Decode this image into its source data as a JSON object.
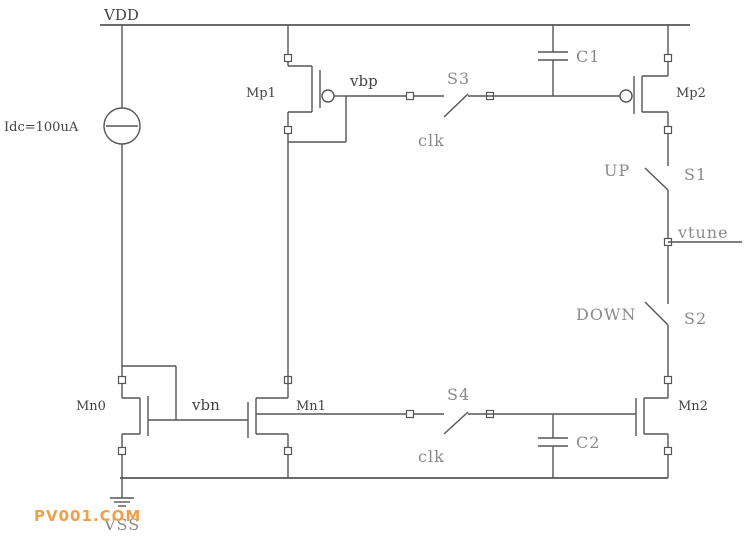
{
  "labels": {
    "vdd": "VDD",
    "vss": "VSS",
    "current_source": "Idc=100uA",
    "mp1": "Mp1",
    "mp2": "Mp2",
    "mn0": "Mn0",
    "mn1": "Mn1",
    "mn2": "Mn2",
    "vbp": "vbp",
    "vbn": "vbn",
    "s1": "S1",
    "s2": "S2",
    "s3": "S3",
    "s4": "S4",
    "c1": "C1",
    "c2": "C2",
    "clk_top": "clk",
    "clk_bottom": "clk",
    "up": "UP",
    "down": "DOWN",
    "vtune": "vtune"
  },
  "watermark": "PV001.COM",
  "colors": {
    "wire": "#555555",
    "text": "#444444",
    "gray_text": "#8a8a8a",
    "watermark": "#f0a04a"
  }
}
